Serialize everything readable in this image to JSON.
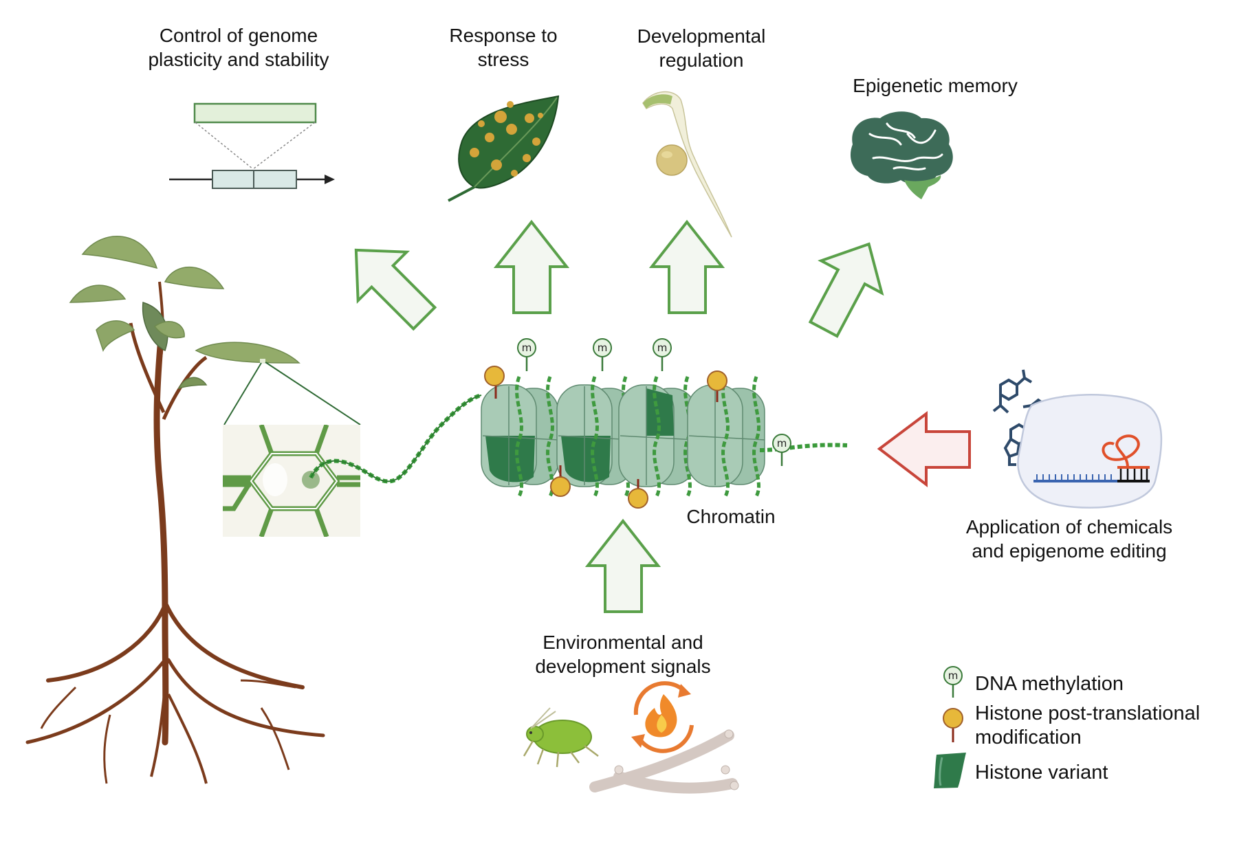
{
  "figure": {
    "outcomes": {
      "genome": {
        "line1": "Control of genome",
        "line2": "plasticity and stability"
      },
      "stress": {
        "line1": "Response to",
        "line2": "stress"
      },
      "development": {
        "line1": "Developmental",
        "line2": "regulation"
      },
      "memory": {
        "line1": "Epigenetic memory"
      }
    },
    "center": {
      "label": "Chromatin",
      "methyl_mark": "m"
    },
    "inputs": {
      "signals": {
        "line1": "Environmental and",
        "line2": "development signals"
      },
      "editing": {
        "line1": "Application of chemicals",
        "line2": "and epigenome editing"
      }
    },
    "legend": {
      "items": [
        {
          "label": "DNA methylation",
          "icon": "m"
        },
        {
          "label_line1": "Histone post-translational",
          "label_line2": "modification"
        },
        {
          "label": "Histone variant"
        }
      ]
    },
    "colors": {
      "arrow_green": "#5aa04a",
      "arrow_fill": "#f3f7f1",
      "arrow_red": "#c8453a",
      "arrow_red_fill": "#fbeeee",
      "nucleosome": "#a9cbb6",
      "histone_variant": "#2f7a4a",
      "dna": "#3f9a3f",
      "ptm": "#e7b83a",
      "stem": "#7b3b1c"
    }
  }
}
